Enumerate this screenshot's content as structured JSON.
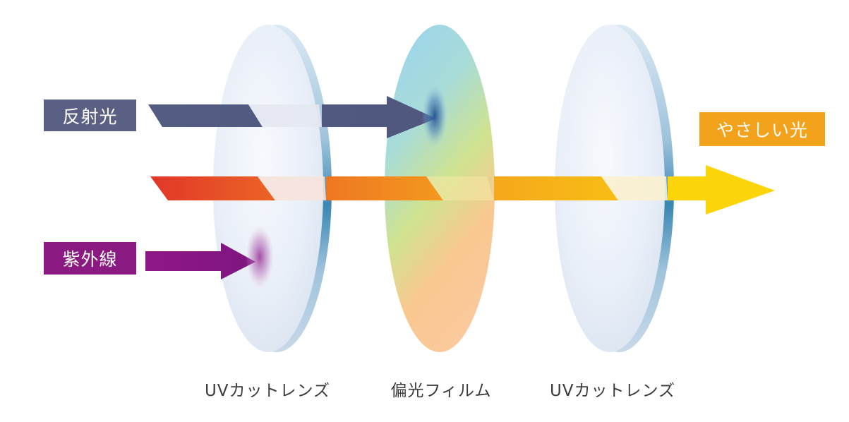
{
  "labels": {
    "reflected_light": "反射光",
    "ultraviolet": "紫外線",
    "gentle_light": "やさしい光"
  },
  "captions": {
    "lens_left": "UVカットレンズ",
    "film": "偏光フィルム",
    "lens_right": "UVカットレンズ"
  },
  "colors": {
    "reflected_tag": "#5a5f84",
    "ultraviolet_tag": "#8a1a82",
    "gentle_tag": "#f3a21b",
    "reflected_arrow": "#535a80",
    "ultraviolet_arrow": "#92168a",
    "beam_start": "#e2362a",
    "beam_mid": "#f29a1f",
    "beam_end": "#fbdb08"
  }
}
